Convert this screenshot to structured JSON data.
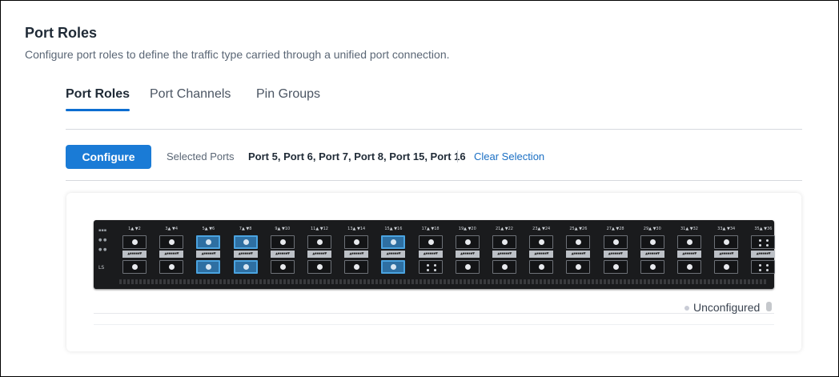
{
  "page": {
    "title": "Port Roles",
    "subtitle": "Configure port roles to define the traffic type carried through a unified port connection."
  },
  "tabs": [
    {
      "label": "Port Roles",
      "active": true
    },
    {
      "label": "Port Channels",
      "active": false
    },
    {
      "label": "Pin Groups",
      "active": false
    }
  ],
  "toolbar": {
    "configure_label": "Configure",
    "selected_label": "Selected Ports",
    "selected_value": "Port 5, Port 6, Port 7, Port 8, Port 15, Port 16",
    "clear_label": "Clear Selection"
  },
  "switch": {
    "selected_ports": [
      5,
      6,
      7,
      8,
      15,
      16
    ],
    "quad_ports": [
      18,
      35,
      36
    ],
    "port_groups": [
      {
        "label": "1▲  ▼2"
      },
      {
        "label": "3▲  ▼4"
      },
      {
        "label": "5▲  ▼6"
      },
      {
        "label": "7▲  ▼8"
      },
      {
        "label": "9▲  ▼10"
      },
      {
        "label": "11▲  ▼12"
      },
      {
        "label": "13▲  ▼14"
      },
      {
        "label": "15▲  ▼16"
      },
      {
        "label": "17▲  ▼18"
      },
      {
        "label": "19▲  ▼20"
      },
      {
        "label": "21▲  ▼22"
      },
      {
        "label": "23▲  ▼24"
      },
      {
        "label": "25▲  ▼26"
      },
      {
        "label": "27▲  ▼28"
      },
      {
        "label": "29▲  ▼30"
      },
      {
        "label": "31▲  ▼32"
      },
      {
        "label": "33▲  ▼34"
      },
      {
        "label": "35▲  ▼36"
      }
    ]
  },
  "legend": {
    "unconfigured_label": "Unconfigured"
  },
  "colors": {
    "accent": "#1a7bd6",
    "link": "#1a6fc4",
    "selected_port": "#4aa3e0",
    "switch_body": "#1a1b1d"
  }
}
